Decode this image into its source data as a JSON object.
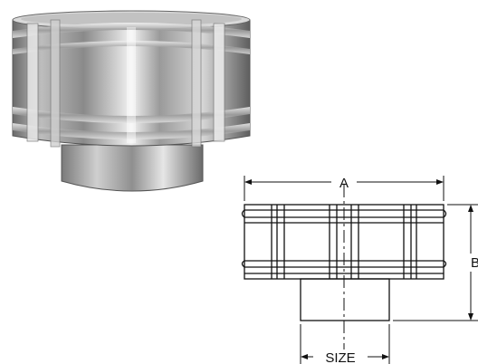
{
  "diagram": {
    "dimension_labels": {
      "width": "A",
      "height": "B",
      "pipe_size": "SIZE"
    },
    "colors": {
      "metal_light": "#e9e9e9",
      "metal_mid": "#a9a9a9",
      "metal_dark": "#5b5b5b",
      "line": "#111111"
    }
  }
}
